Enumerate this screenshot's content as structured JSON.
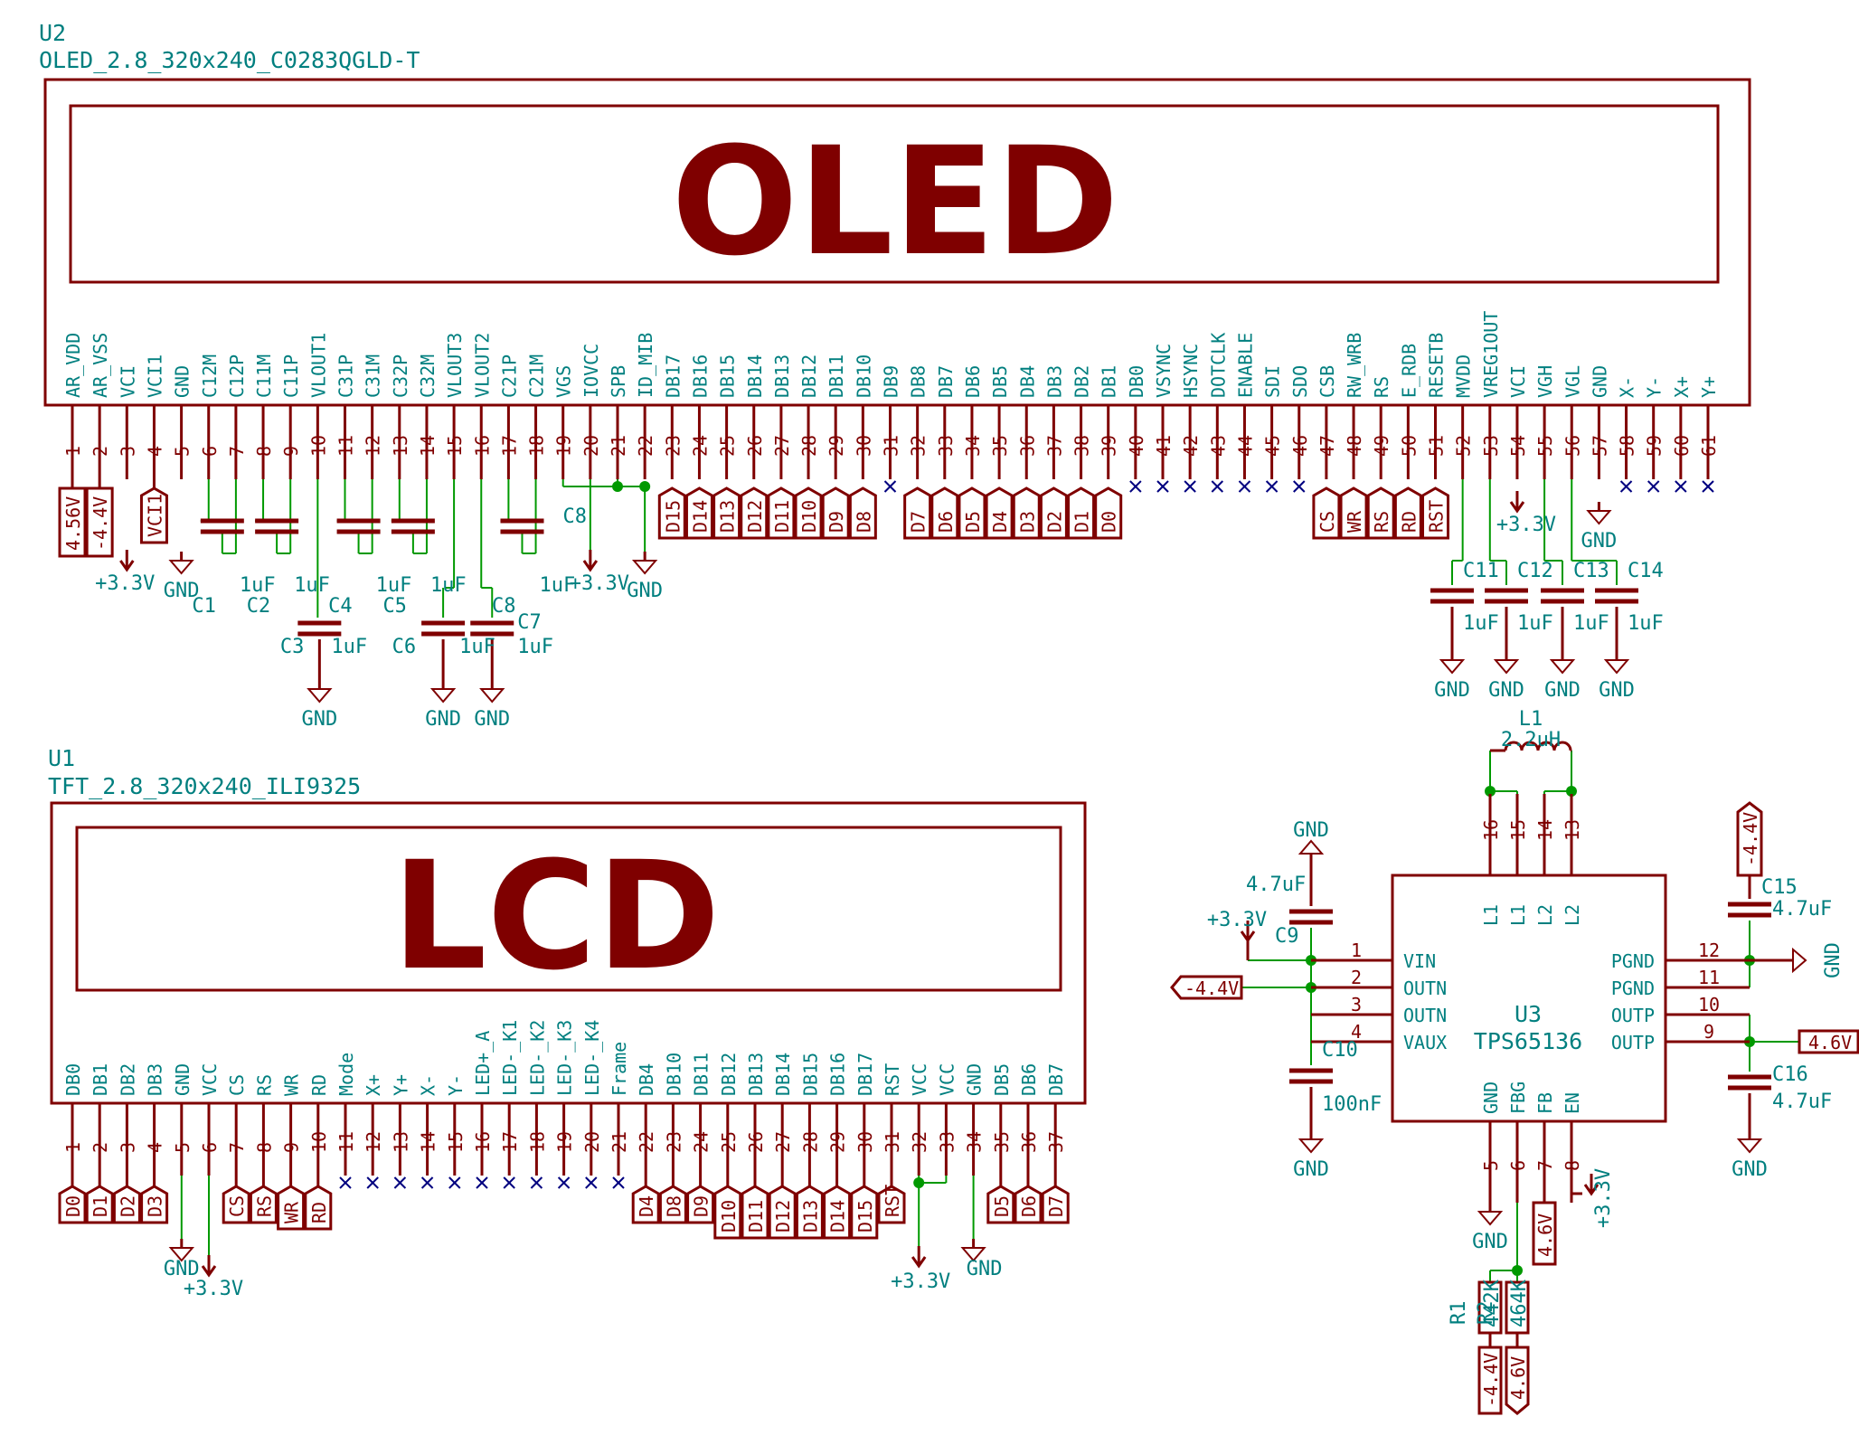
{
  "u2": {
    "reference": "U2",
    "part": "OLED_2.8_320x240_C0283QGLD-T",
    "display_text": "OLED",
    "pins": [
      {
        "num": "1",
        "name": "AR_VDD"
      },
      {
        "num": "2",
        "name": "AR_VSS"
      },
      {
        "num": "3",
        "name": "VCI"
      },
      {
        "num": "4",
        "name": "VCI1"
      },
      {
        "num": "5",
        "name": "GND"
      },
      {
        "num": "6",
        "name": "C12M"
      },
      {
        "num": "7",
        "name": "C12P"
      },
      {
        "num": "8",
        "name": "C11M"
      },
      {
        "num": "9",
        "name": "C11P"
      },
      {
        "num": "10",
        "name": "VLOUT1"
      },
      {
        "num": "11",
        "name": "C31P"
      },
      {
        "num": "12",
        "name": "C31M"
      },
      {
        "num": "13",
        "name": "C32P"
      },
      {
        "num": "14",
        "name": "C32M"
      },
      {
        "num": "15",
        "name": "VLOUT3"
      },
      {
        "num": "16",
        "name": "VLOUT2"
      },
      {
        "num": "17",
        "name": "C21P"
      },
      {
        "num": "18",
        "name": "C21M"
      },
      {
        "num": "19",
        "name": "VGS"
      },
      {
        "num": "20",
        "name": "IOVCC"
      },
      {
        "num": "21",
        "name": "SPB"
      },
      {
        "num": "22",
        "name": "ID_MIB"
      },
      {
        "num": "23",
        "name": "DB17"
      },
      {
        "num": "24",
        "name": "DB16"
      },
      {
        "num": "25",
        "name": "DB15"
      },
      {
        "num": "26",
        "name": "DB14"
      },
      {
        "num": "27",
        "name": "DB13"
      },
      {
        "num": "28",
        "name": "DB12"
      },
      {
        "num": "29",
        "name": "DB11"
      },
      {
        "num": "30",
        "name": "DB10"
      },
      {
        "num": "31",
        "name": "DB9"
      },
      {
        "num": "32",
        "name": "DB8"
      },
      {
        "num": "33",
        "name": "DB7"
      },
      {
        "num": "34",
        "name": "DB6"
      },
      {
        "num": "35",
        "name": "DB5"
      },
      {
        "num": "36",
        "name": "DB4"
      },
      {
        "num": "37",
        "name": "DB3"
      },
      {
        "num": "38",
        "name": "DB2"
      },
      {
        "num": "39",
        "name": "DB1"
      },
      {
        "num": "40",
        "name": "DB0"
      },
      {
        "num": "41",
        "name": "VSYNC"
      },
      {
        "num": "42",
        "name": "HSYNC"
      },
      {
        "num": "43",
        "name": "DOTCLK"
      },
      {
        "num": "44",
        "name": "ENABLE"
      },
      {
        "num": "45",
        "name": "SDI"
      },
      {
        "num": "46",
        "name": "SDO"
      },
      {
        "num": "47",
        "name": "CSB"
      },
      {
        "num": "48",
        "name": "RW_WRB"
      },
      {
        "num": "49",
        "name": "RS"
      },
      {
        "num": "50",
        "name": "E_RDB"
      },
      {
        "num": "51",
        "name": "RESETB"
      },
      {
        "num": "52",
        "name": "MVDD"
      },
      {
        "num": "53",
        "name": "VREG1OUT"
      },
      {
        "num": "54",
        "name": "VCI"
      },
      {
        "num": "55",
        "name": "VGH"
      },
      {
        "num": "56",
        "name": "VGL"
      },
      {
        "num": "57",
        "name": "GND"
      },
      {
        "num": "58",
        "name": "X-"
      },
      {
        "num": "59",
        "name": "Y-"
      },
      {
        "num": "60",
        "name": "X+"
      },
      {
        "num": "61",
        "name": "Y+"
      }
    ],
    "labels": [
      {
        "pin": "1",
        "text": "4.56V"
      },
      {
        "pin": "2",
        "text": "-4.4V"
      },
      {
        "pin": "4",
        "text": "VCI1"
      },
      {
        "pin": "23",
        "text": "D15"
      },
      {
        "pin": "24",
        "text": "D14"
      },
      {
        "pin": "25",
        "text": "D13"
      },
      {
        "pin": "26",
        "text": "D12"
      },
      {
        "pin": "27",
        "text": "D11"
      },
      {
        "pin": "28",
        "text": "D10"
      },
      {
        "pin": "29",
        "text": "D9"
      },
      {
        "pin": "30",
        "text": "D8"
      },
      {
        "pin": "32",
        "text": "D7"
      },
      {
        "pin": "33",
        "text": "D6"
      },
      {
        "pin": "34",
        "text": "D5"
      },
      {
        "pin": "35",
        "text": "D4"
      },
      {
        "pin": "36",
        "text": "D3"
      },
      {
        "pin": "37",
        "text": "D2"
      },
      {
        "pin": "38",
        "text": "D1"
      },
      {
        "pin": "39",
        "text": "D0"
      },
      {
        "pin": "47",
        "text": "CS"
      },
      {
        "pin": "48",
        "text": "WR"
      },
      {
        "pin": "49",
        "text": "RS"
      },
      {
        "pin": "50",
        "text": "RD"
      },
      {
        "pin": "51",
        "text": "RST"
      }
    ],
    "no_connect": [
      "31",
      "40",
      "41",
      "42",
      "43",
      "44",
      "45",
      "46",
      "58",
      "59",
      "60",
      "61"
    ]
  },
  "u1": {
    "reference": "U1",
    "part": "TFT_2.8_320x240_ILI9325",
    "display_text": "LCD",
    "pins": [
      {
        "num": "1",
        "name": "DB0"
      },
      {
        "num": "2",
        "name": "DB1"
      },
      {
        "num": "3",
        "name": "DB2"
      },
      {
        "num": "4",
        "name": "DB3"
      },
      {
        "num": "5",
        "name": "GND"
      },
      {
        "num": "6",
        "name": "VCC"
      },
      {
        "num": "7",
        "name": "CS"
      },
      {
        "num": "8",
        "name": "RS"
      },
      {
        "num": "9",
        "name": "WR"
      },
      {
        "num": "10",
        "name": "RD"
      },
      {
        "num": "11",
        "name": "Mode"
      },
      {
        "num": "12",
        "name": "X+"
      },
      {
        "num": "13",
        "name": "Y+"
      },
      {
        "num": "14",
        "name": "X-"
      },
      {
        "num": "15",
        "name": "Y-"
      },
      {
        "num": "16",
        "name": "LED+_A"
      },
      {
        "num": "17",
        "name": "LED-_K1"
      },
      {
        "num": "18",
        "name": "LED-_K2"
      },
      {
        "num": "19",
        "name": "LED-_K3"
      },
      {
        "num": "20",
        "name": "LED-_K4"
      },
      {
        "num": "21",
        "name": "Frame"
      },
      {
        "num": "22",
        "name": "DB4"
      },
      {
        "num": "23",
        "name": "DB10"
      },
      {
        "num": "24",
        "name": "DB11"
      },
      {
        "num": "25",
        "name": "DB12"
      },
      {
        "num": "26",
        "name": "DB13"
      },
      {
        "num": "27",
        "name": "DB14"
      },
      {
        "num": "28",
        "name": "DB15"
      },
      {
        "num": "29",
        "name": "DB16"
      },
      {
        "num": "30",
        "name": "DB17"
      },
      {
        "num": "31",
        "name": "RST"
      },
      {
        "num": "32",
        "name": "VCC"
      },
      {
        "num": "33",
        "name": "VCC"
      },
      {
        "num": "34",
        "name": "GND"
      },
      {
        "num": "35",
        "name": "DB5"
      },
      {
        "num": "36",
        "name": "DB6"
      },
      {
        "num": "37",
        "name": "DB7"
      }
    ],
    "labels": [
      {
        "pin": "1",
        "text": "D0"
      },
      {
        "pin": "2",
        "text": "D1"
      },
      {
        "pin": "3",
        "text": "D2"
      },
      {
        "pin": "4",
        "text": "D3"
      },
      {
        "pin": "7",
        "text": "CS"
      },
      {
        "pin": "8",
        "text": "RS"
      },
      {
        "pin": "9",
        "text": "WR"
      },
      {
        "pin": "10",
        "text": "RD"
      },
      {
        "pin": "22",
        "text": "D4"
      },
      {
        "pin": "23",
        "text": "D8"
      },
      {
        "pin": "24",
        "text": "D9"
      },
      {
        "pin": "25",
        "text": "D10"
      },
      {
        "pin": "26",
        "text": "D11"
      },
      {
        "pin": "27",
        "text": "D12"
      },
      {
        "pin": "28",
        "text": "D13"
      },
      {
        "pin": "29",
        "text": "D14"
      },
      {
        "pin": "30",
        "text": "D15"
      },
      {
        "pin": "31",
        "text": "RST"
      },
      {
        "pin": "35",
        "text": "D5"
      },
      {
        "pin": "36",
        "text": "D6"
      },
      {
        "pin": "37",
        "text": "D7"
      }
    ],
    "no_connect": [
      "11",
      "12",
      "13",
      "14",
      "15",
      "16",
      "17",
      "18",
      "19",
      "20",
      "21"
    ]
  },
  "u3": {
    "reference": "U3",
    "part": "TPS65136",
    "left_pins": [
      {
        "num": "1",
        "name": "VIN"
      },
      {
        "num": "2",
        "name": "OUTN"
      },
      {
        "num": "3",
        "name": "OUTN"
      },
      {
        "num": "4",
        "name": "VAUX"
      }
    ],
    "right_pins": [
      {
        "num": "12",
        "name": "PGND"
      },
      {
        "num": "11",
        "name": "PGND"
      },
      {
        "num": "10",
        "name": "OUTP"
      },
      {
        "num": "9",
        "name": "OUTP"
      }
    ],
    "top_pins": [
      {
        "num": "16",
        "name": "L1"
      },
      {
        "num": "15",
        "name": "L1"
      },
      {
        "num": "14",
        "name": "L2"
      },
      {
        "num": "13",
        "name": "L2"
      }
    ],
    "bottom_pins": [
      {
        "num": "5",
        "name": "GND"
      },
      {
        "num": "6",
        "name": "FBG"
      },
      {
        "num": "7",
        "name": "FB"
      },
      {
        "num": "8",
        "name": "EN"
      }
    ]
  },
  "caps_oled": [
    {
      "ref": "C1",
      "value": "1uF"
    },
    {
      "ref": "C2",
      "value": "1uF"
    },
    {
      "ref": "C3",
      "value": "1uF"
    },
    {
      "ref": "C4",
      "value": "1uF"
    },
    {
      "ref": "C5",
      "value": "1uF"
    },
    {
      "ref": "C6",
      "value": "1uF"
    },
    {
      "ref": "C7",
      "value": "1uF"
    },
    {
      "ref": "C8",
      "value": "1uF"
    },
    {
      "ref": "C11",
      "value": "1uF"
    },
    {
      "ref": "C12",
      "value": "1uF"
    },
    {
      "ref": "C13",
      "value": "1uF"
    },
    {
      "ref": "C14",
      "value": "1uF"
    }
  ],
  "power_parts": {
    "C9": {
      "ref": "C9",
      "value": "4.7uF"
    },
    "C10": {
      "ref": "C10",
      "value": "100nF"
    },
    "C15": {
      "ref": "C15",
      "value": "4.7uF"
    },
    "C16": {
      "ref": "C16",
      "value": "4.7uF"
    },
    "L1": {
      "ref": "L1",
      "value": "2.2uH"
    },
    "R1": {
      "ref": "R1",
      "value": "442K"
    },
    "R2": {
      "ref": "R2",
      "value": "464K"
    }
  },
  "nets": {
    "gnd": "GND",
    "p33": "+3.3V",
    "neg44": "-4.4V",
    "p46": "4.6V"
  },
  "colors": {
    "symbol": "#7f0000",
    "text": "#007f7f",
    "wire": "#009900",
    "noconnect": "#00007f"
  }
}
